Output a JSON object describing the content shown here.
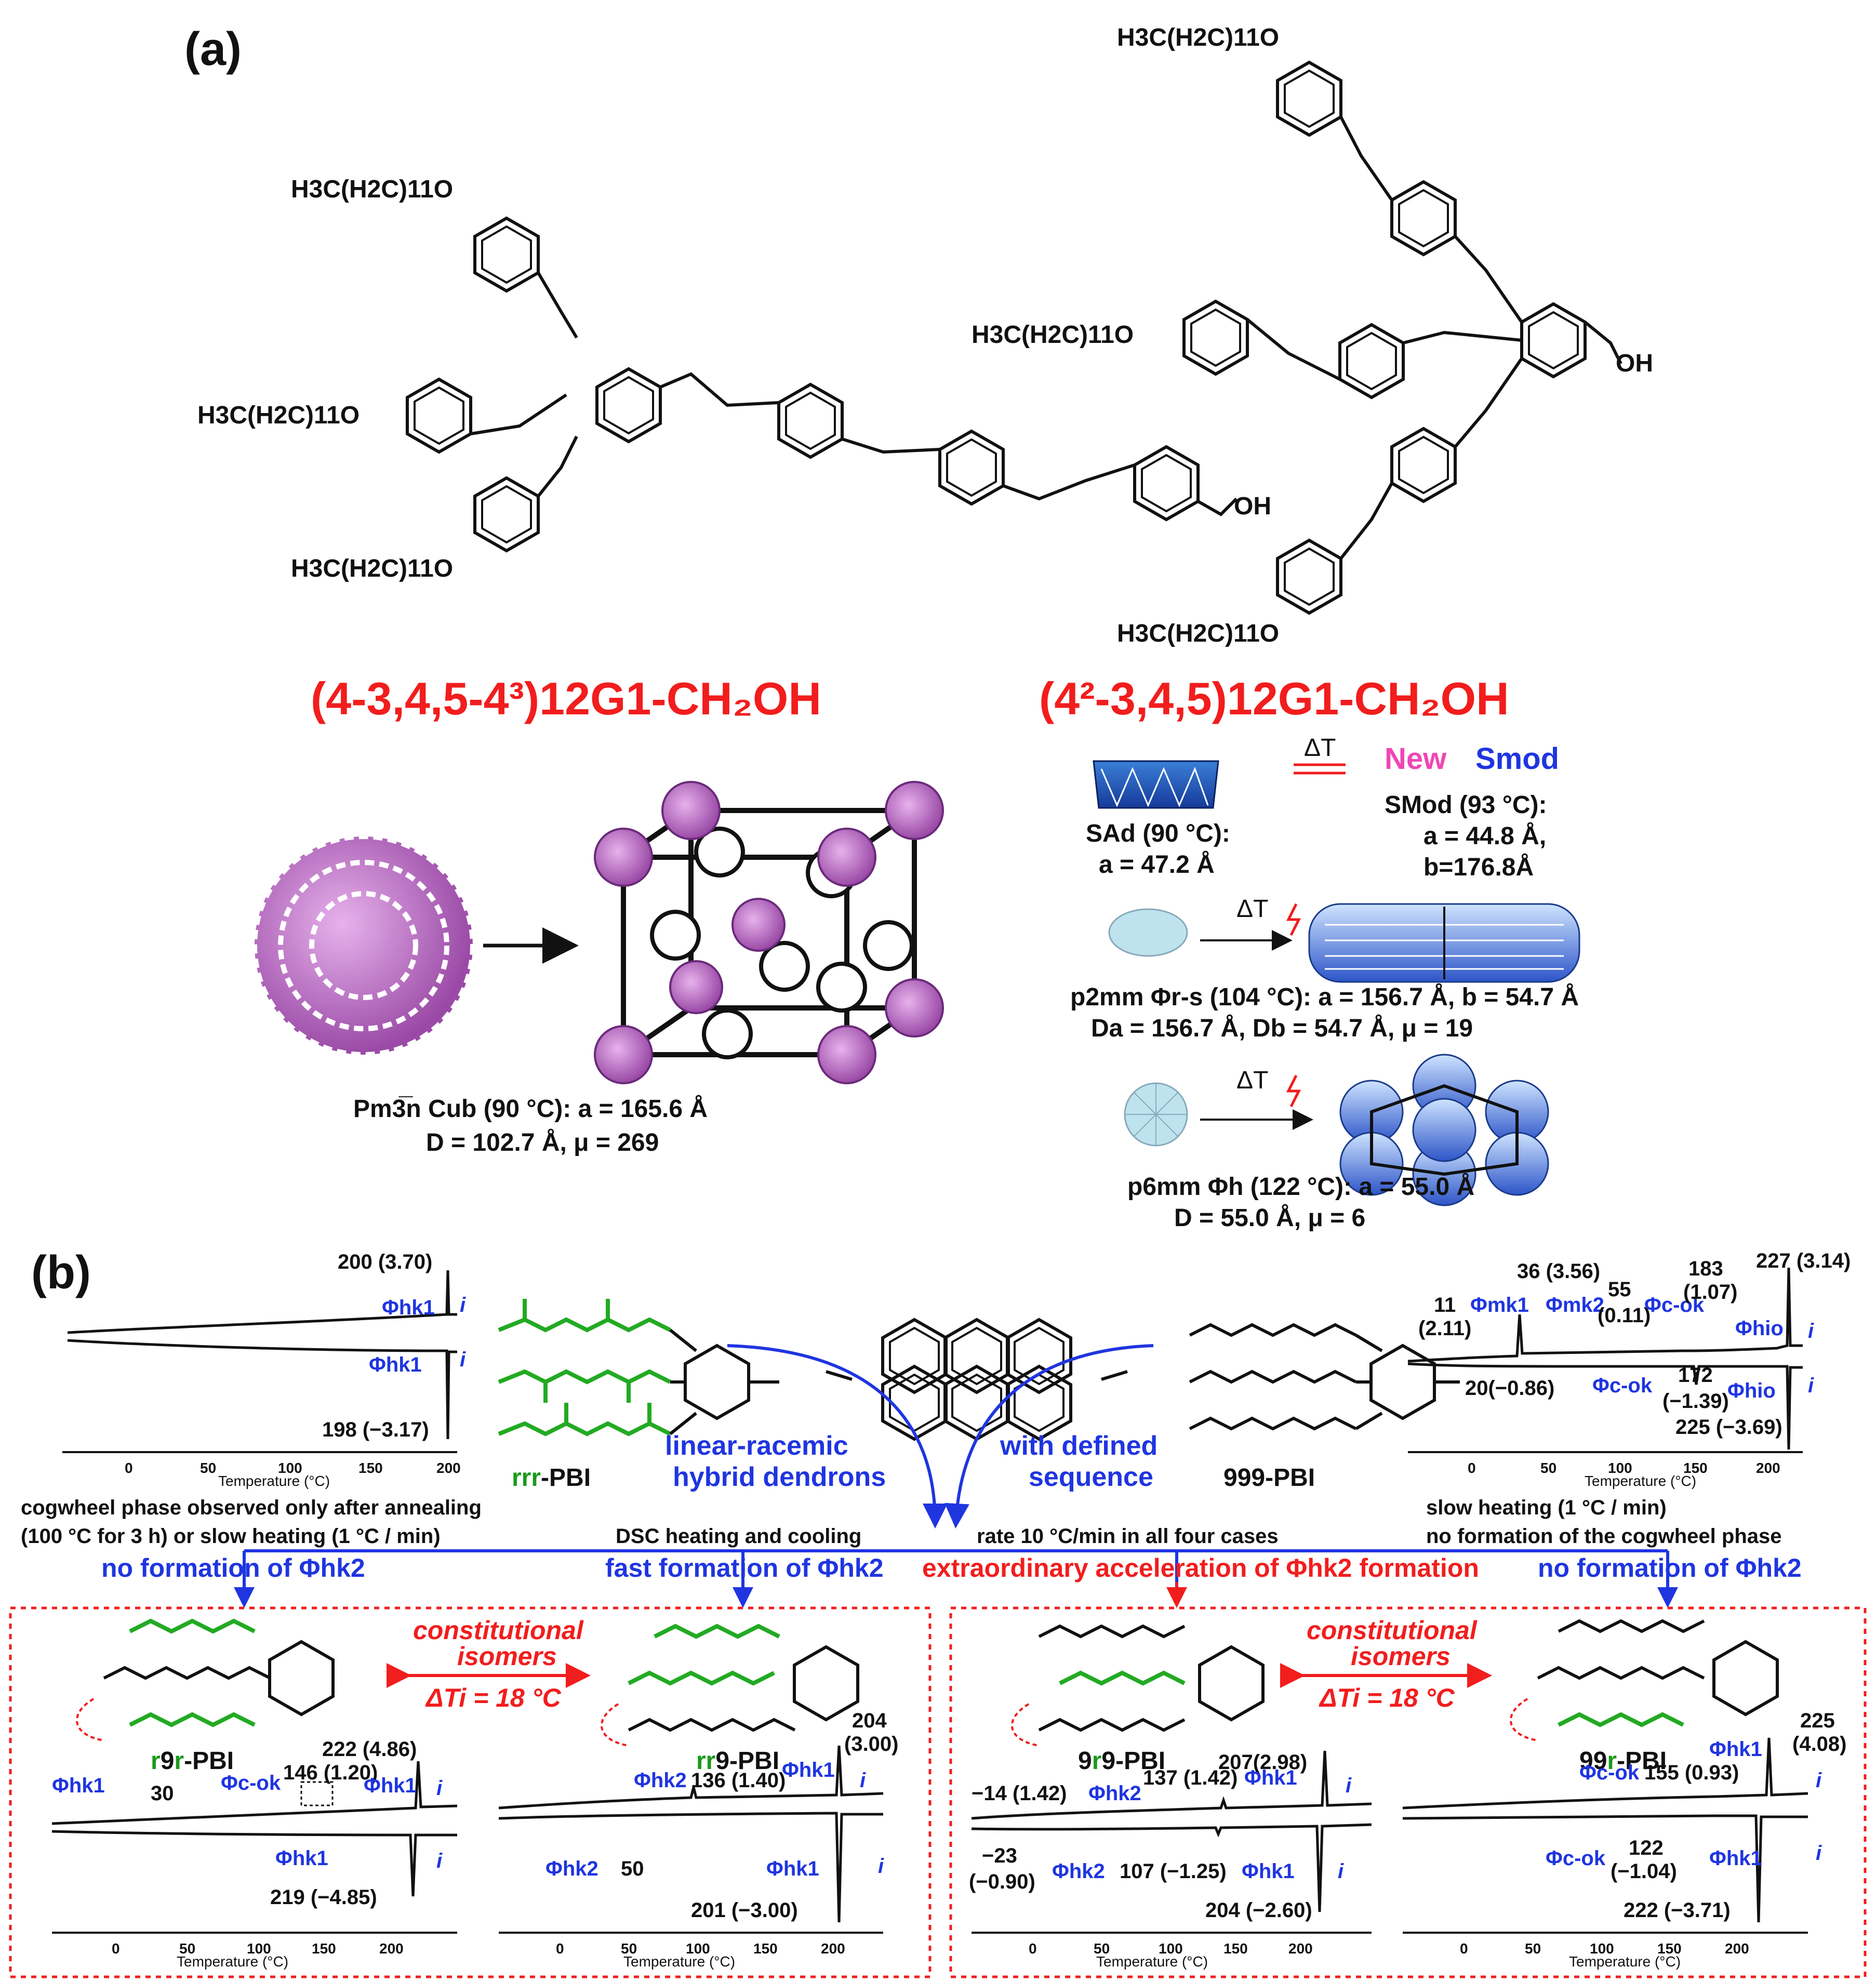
{
  "panel_a": {
    "label": "(a)",
    "molecule_left": {
      "chains": [
        "H3C(H2C)11O",
        "H3C(H2C)11O",
        "H3C(H2C)11O"
      ],
      "end_group": "OH",
      "name": "(4-3,4,5-4³)12G1-CH₂OH"
    },
    "molecule_right": {
      "chains": [
        "H3C(H2C)11O",
        "H3C(H2C)11O",
        "H3C(H2C)11O"
      ],
      "end_group": "OH",
      "name": "(4²-3,4,5)12G1-CH₂OH"
    },
    "cub": {
      "line1": "Pm3̅n Cub (90 °C): a = 165.6 Å",
      "line2": "D = 102.7 Å, μ = 269"
    },
    "smectic": {
      "left1": "SAd (90 °C):",
      "left2": "a = 47.2 Å",
      "delta": "ΔT",
      "new": "New",
      "smod": "Smod",
      "right1": "SMod (93 °C):",
      "right2": "a = 44.8 Å,",
      "right3": "b=176.8Å"
    },
    "p2mm": {
      "delta": "ΔT",
      "line1": "p2mm Φr-s (104 °C): a = 156.7 Å, b = 54.7 Å",
      "line2": "Da = 156.7 Å, Db = 54.7 Å, μ = 19"
    },
    "p6mm": {
      "delta": "ΔT",
      "line1": "p6mm Φh (122 °C): a = 55.0 Å",
      "line2": "D = 55.0 Å, μ = 6"
    }
  },
  "panel_b": {
    "label": "(b)",
    "dsc_rrr": {
      "peak_heat": "200 (3.70)",
      "phase_heat": "Φhk1",
      "phase_cool": "Φhk1",
      "peak_cool": "198 (−3.17)",
      "iso": "i",
      "ticks": [
        "0",
        "50",
        "100",
        "150",
        "200"
      ],
      "xlabel": "Temperature (°C)"
    },
    "dsc_999": {
      "labels": [
        "11",
        "Φmk1",
        "(2.11)",
        "36 (3.56)",
        "Φmk2",
        "55",
        "(0.11)",
        "Φc-ok",
        "183",
        "(1.07)",
        "Φhio",
        "227 (3.14)",
        "20(−0.86)",
        "Φc-ok",
        "172",
        "(−1.39)",
        "Φhio",
        "225 (−3.69)"
      ],
      "iso": "i",
      "ticks": [
        "0",
        "50",
        "100",
        "150",
        "200"
      ],
      "xlabel": "Temperature (°C)"
    },
    "rrr_name": "rrr-PBI",
    "n999_name": "999-PBI",
    "linear_racemic": [
      "linear-racemic",
      "hybrid dendrons"
    ],
    "defined_seq": [
      "with defined",
      "sequence"
    ],
    "note_left": [
      "cogwheel phase observed only after annealing",
      "(100 °C for 3 h) or slow heating (1 °C / min)"
    ],
    "note_mid1": "DSC heating and cooling",
    "note_mid2": "rate 10 °C/min in all four cases",
    "note_right": [
      "slow heating (1 °C / min)",
      "no formation of the cogwheel phase"
    ],
    "status": [
      "no formation of Φhk2",
      "fast formation of Φhk2",
      "extraordinary acceleration of Φhk2 formation",
      "no formation of Φhk2"
    ],
    "constitutional": [
      "constitutional",
      "isomers",
      "ΔTi = 18 °C"
    ],
    "r9r": {
      "name": "r9r-PBI",
      "labels": [
        "222 (4.86)",
        "Φhk1",
        "30",
        "Φc-ok",
        "146 (1.20)",
        "Φhk1",
        "Φhk1",
        "219 (−4.85)",
        "i",
        "i"
      ],
      "ticks": [
        "0",
        "50",
        "100",
        "150",
        "200"
      ],
      "xlabel": "Temperature (°C)"
    },
    "rr9": {
      "name": "rr9-PBI",
      "labels": [
        "204",
        "(3.00)",
        "Φhk2",
        "136 (1.40)",
        "Φhk1",
        "Φhk2",
        "50",
        "Φhk1",
        "201 (−3.00)",
        "i",
        "i"
      ],
      "ticks": [
        "0",
        "50",
        "100",
        "150",
        "200"
      ],
      "xlabel": "Temperature (°C)"
    },
    "n9r9": {
      "name": "9r9-PBI",
      "labels": [
        "207(2.98)",
        "−14 (1.42)",
        "Φhk2",
        "137 (1.42)",
        "Φhk1",
        "−23",
        "(−0.90)",
        "Φhk2",
        "107 (−1.25)",
        "Φhk1",
        "204 (−2.60)",
        "i",
        "i"
      ],
      "ticks": [
        "0",
        "50",
        "100",
        "150",
        "200"
      ],
      "xlabel": "Temperature (°C)"
    },
    "n99r": {
      "name": "99r-PBI",
      "labels": [
        "225",
        "(4.08)",
        "Φhk1",
        "Φc-ok",
        "155 (0.93)",
        "Φc-ok",
        "122",
        "(−1.04)",
        "Φhk1",
        "222 (−3.71)",
        "i",
        "i"
      ],
      "ticks": [
        "0",
        "50",
        "100",
        "150",
        "200"
      ],
      "xlabel": "Temperature (°C)"
    }
  },
  "colors": {
    "blue": "#1f35e0",
    "red": "#f21d1d",
    "green": "#1a9a1a",
    "magenta": "#f046b4",
    "purple": "#b060c0"
  }
}
